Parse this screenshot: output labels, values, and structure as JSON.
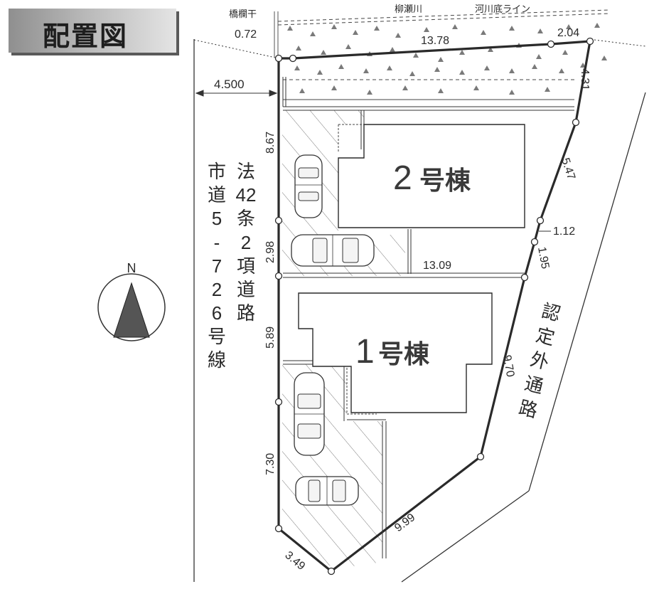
{
  "title": "配置図",
  "compass": {
    "north": "N"
  },
  "labels": {
    "bridge_rail": "橋欄干",
    "river": "柳瀬川",
    "riverbed_line": "河川底ライン",
    "house1": {
      "num": "1",
      "suffix": "号棟"
    },
    "house2": {
      "num": "2",
      "suffix": "号棟"
    },
    "municipal_road": [
      "市",
      "道",
      "5",
      "-",
      "7",
      "2",
      "6",
      "号",
      "線"
    ],
    "legal_road": [
      "法",
      "42",
      "条",
      "2",
      "項",
      "道",
      "路"
    ],
    "certified_road": [
      "認",
      "定",
      "外",
      "通",
      "路"
    ]
  },
  "dimensions": {
    "road_width": "4.500",
    "d072": "0.72",
    "d1378": "13.78",
    "d204": "2.04",
    "d431": "4.31",
    "d547": "5.47",
    "d112": "1.12",
    "d195": "1.95",
    "d970": "9.70",
    "d999": "9.99",
    "d349": "3.49",
    "d867": "8.67",
    "d298": "2.98",
    "d589": "5.89",
    "d730": "7.30",
    "d1309": "13.09"
  },
  "colors": {
    "ink": "#2a2a2a",
    "compass_fill": "#555555",
    "title_shadow": "#5a5a5a"
  }
}
